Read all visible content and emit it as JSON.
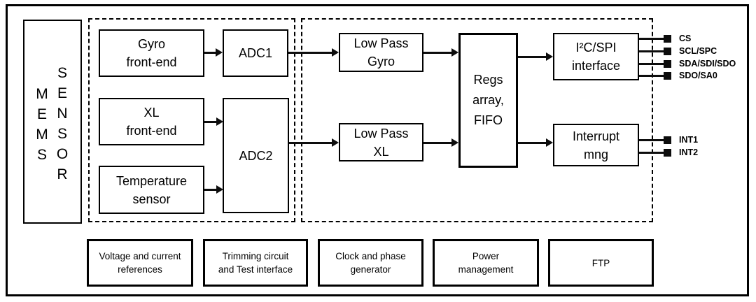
{
  "diagram": {
    "mems_box": {
      "col1": "M\nE\nM\nS",
      "col2": "S\nE\nN\nS\nO\nR"
    },
    "blocks": {
      "gyro_front_end": "Gyro\nfront-end",
      "xl_front_end": "XL\nfront-end",
      "temperature_sensor": "Temperature\nsensor",
      "adc1": "ADC1",
      "adc2": "ADC2",
      "low_pass_gyro": "Low Pass\nGyro",
      "low_pass_xl": "Low Pass\nXL",
      "regs_array_fifo": "Regs\narray,\nFIFO",
      "i2c_spi_interface": "I²C/SPI\ninterface",
      "interrupt_mng": "Interrupt\nmng"
    },
    "pins": {
      "cs": "CS",
      "scl_spc": "SCL/SPC",
      "sda_sdi_sdo": "SDA/SDI/SDO",
      "sdo_sa0": "SDO/SA0",
      "int1": "INT1",
      "int2": "INT2"
    },
    "bottom_blocks": {
      "voltage_references": "Voltage and current\nreferences",
      "trimming_circuit": "Trimming circuit\nand Test interface",
      "clock_generator": "Clock and phase\ngenerator",
      "power_management": "Power\nmanagement",
      "ftp": "FTP"
    },
    "colors": {
      "line": "#0d0d0d",
      "background": "#ffffff"
    }
  }
}
